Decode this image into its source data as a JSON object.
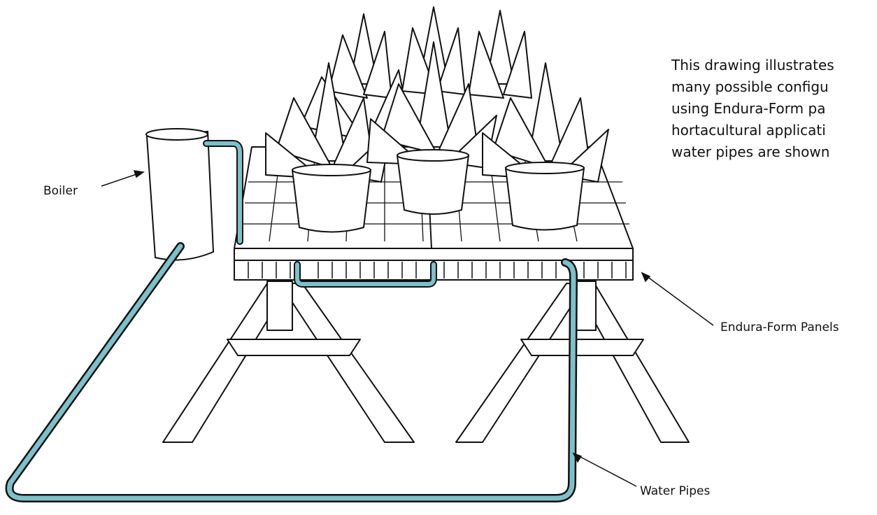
{
  "labels": {
    "boiler": "Boiler",
    "panels": "Endura-Form Panels",
    "pipes": "Water Pipes"
  },
  "description": {
    "lines": [
      "This drawing illustrates",
      "many possible configu",
      "using Endura-Form pa",
      "hortacultural applicati",
      "water pipes are shown"
    ]
  },
  "colors": {
    "pipe": "#7cc1c9",
    "line": "#111111",
    "background": "#ffffff"
  },
  "icons": [
    "boiler-icon",
    "plant-icon",
    "pot-icon",
    "arrow-icon"
  ]
}
